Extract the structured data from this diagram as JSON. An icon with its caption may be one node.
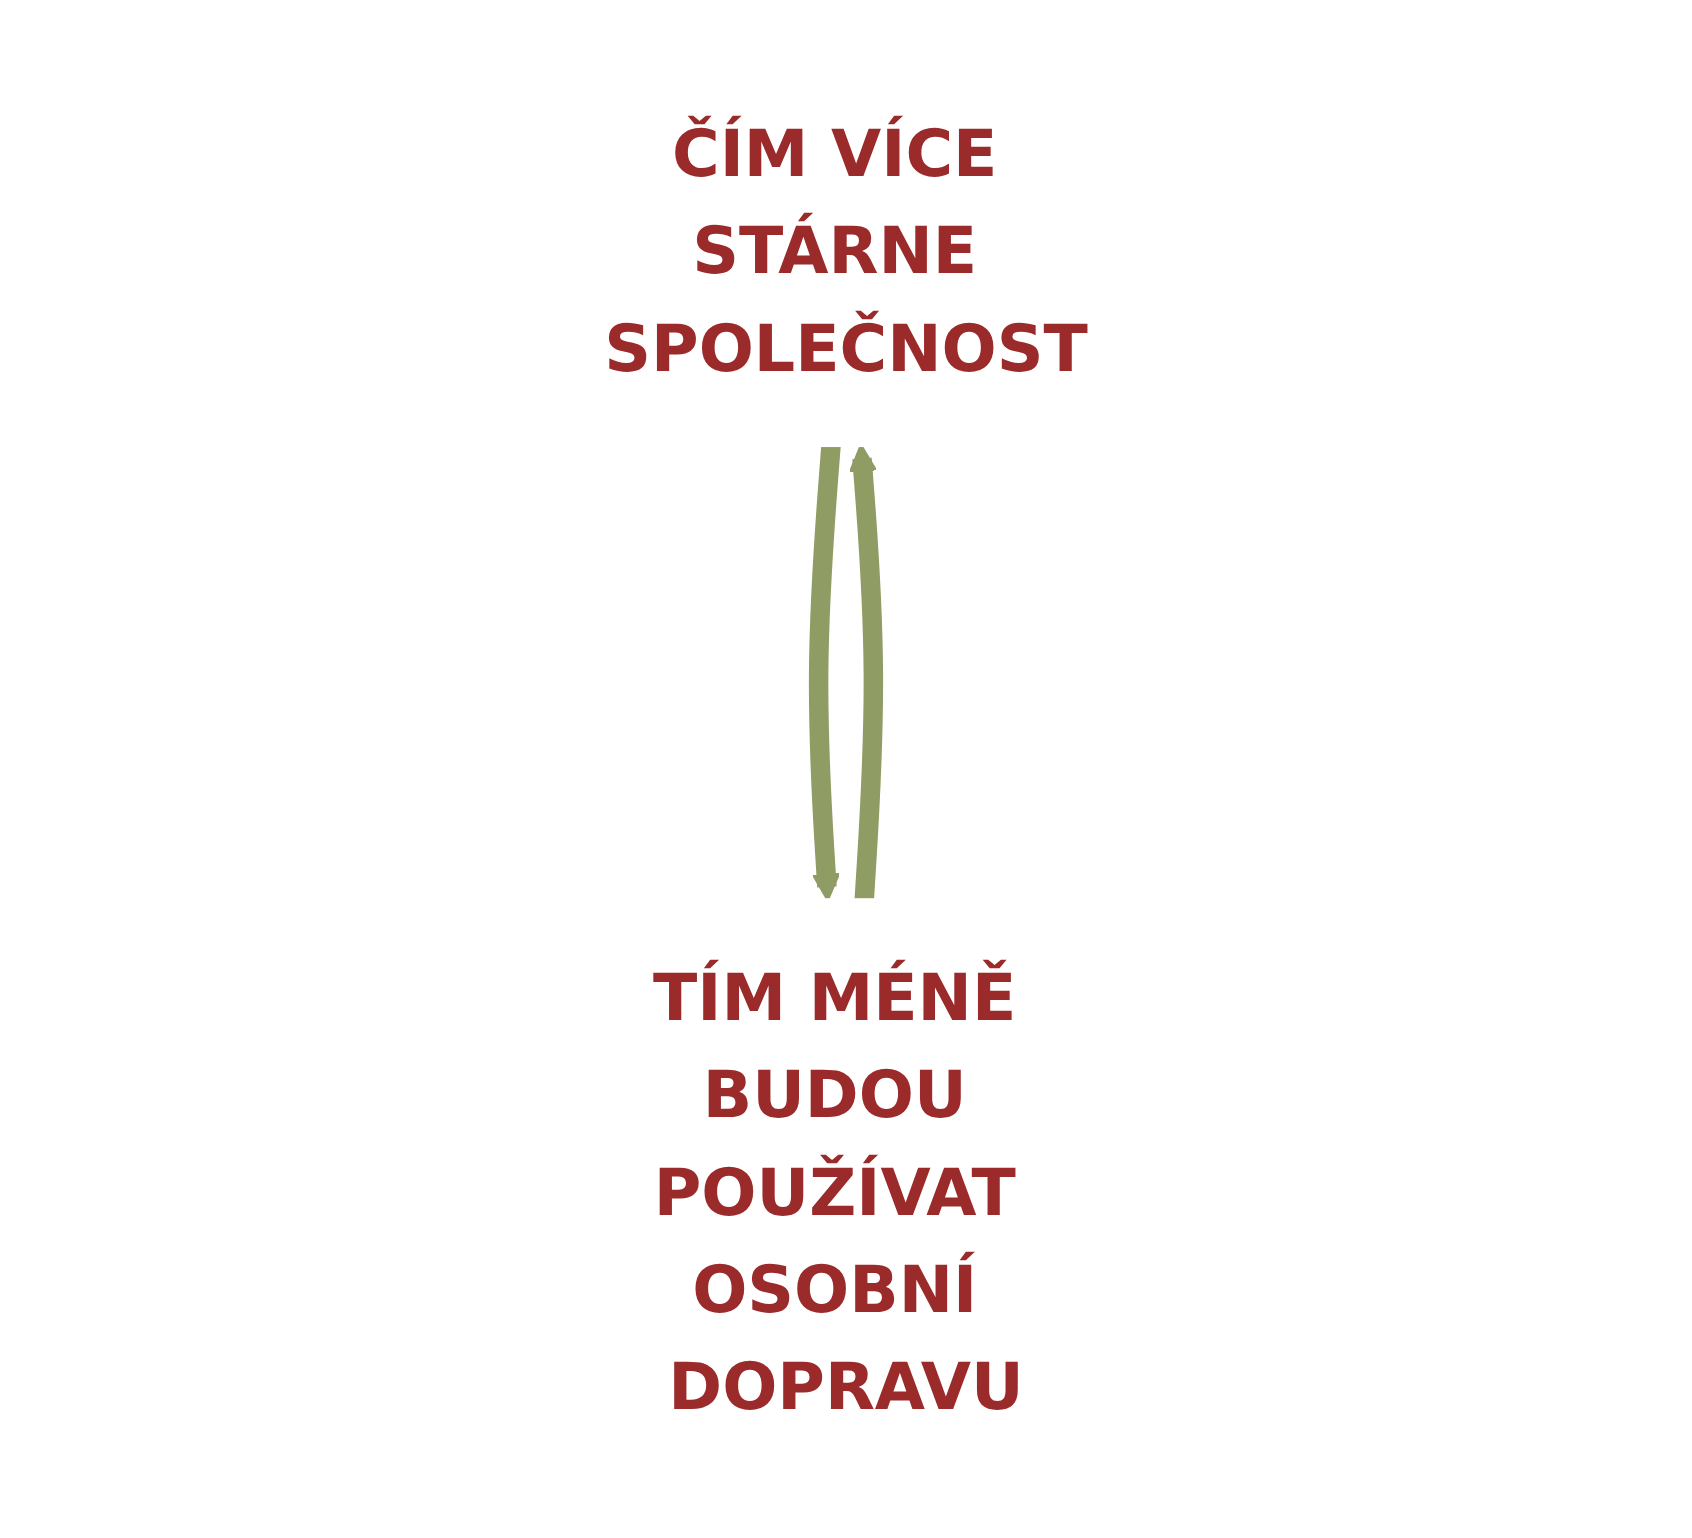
{
  "diagram": {
    "nodes": [
      {
        "text": [
          "ČÍM VÍCE STÁRNE SPOLEČNOST"
        ]
      },
      {
        "text": [
          "TÍM MÉNĚ BUDOU POUŽÍVAT OSOBNÍ DOPRAVU"
        ]
      }
    ],
    "edges": [
      {
        "from": 0,
        "to": 1,
        "arrow": "to"
      },
      {
        "from": 1,
        "to": 0,
        "arrow": "to"
      }
    ]
  }
}
